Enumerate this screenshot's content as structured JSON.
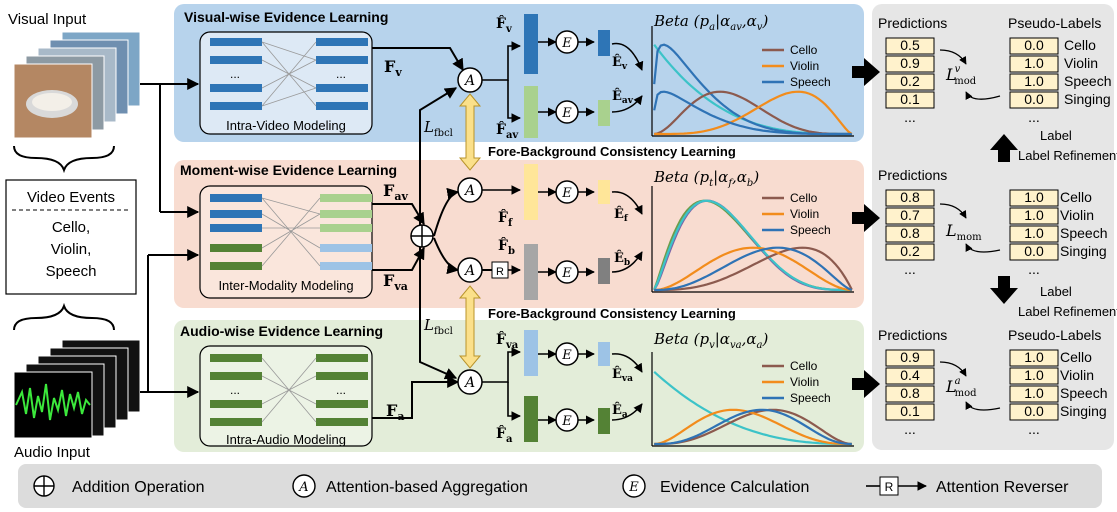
{
  "inputs": {
    "visual_label": "Visual Input",
    "audio_label": "Audio Input",
    "events_title": "Video Events",
    "events": [
      "Cello,",
      "Violin,",
      "Speech"
    ]
  },
  "visual_branch": {
    "title": "Visual-wise Evidence Learning",
    "module": "Intra-Video Modeling",
    "F": "F",
    "F_sub": "v",
    "Fhat_top": "F̂",
    "Fhat_top_sub": "v",
    "Fhat_bot": "F̂",
    "Fhat_bot_sub": "av",
    "E_top": "Ê",
    "E_top_sub": "v",
    "E_bot": "Ê",
    "E_bot_sub": "av",
    "beta": "Beta (p",
    "beta_sub": "a",
    "beta_rest": "|α",
    "beta_a1": "av",
    "beta_a2": "v",
    "legend": [
      "Cello",
      "Violin",
      "Speech"
    ]
  },
  "moment_branch": {
    "title": "Moment-wise Evidence Learning",
    "module": "Inter-Modality Modeling",
    "F_av": "F",
    "F_av_sub": "av",
    "F_va": "F",
    "F_va_sub": "va",
    "Fhat_f": "F̂",
    "Fhat_f_sub": "f",
    "Fhat_b": "F̂",
    "Fhat_b_sub": "b",
    "E_f": "Ê",
    "E_f_sub": "f",
    "E_b": "Ê",
    "E_b_sub": "b",
    "beta": "Beta (p",
    "beta_sub": "t",
    "beta_rest": "|α",
    "beta_a1": "f",
    "beta_a2": "b",
    "legend": [
      "Cello",
      "Violin",
      "Speech"
    ]
  },
  "audio_branch": {
    "title": "Audio-wise Evidence Learning",
    "module": "Intra-Audio Modeling",
    "F": "F",
    "F_sub": "a",
    "Fhat_top": "F̂",
    "Fhat_top_sub": "va",
    "Fhat_bot": "F̂",
    "Fhat_bot_sub": "a",
    "E_top": "Ê",
    "E_top_sub": "va",
    "E_bot": "Ê",
    "E_bot_sub": "a",
    "beta": "Beta (p",
    "beta_sub": "v",
    "beta_rest": "|α",
    "beta_a1": "va",
    "beta_a2": "a",
    "legend": [
      "Cello",
      "Violin",
      "Speech"
    ]
  },
  "fbcl": {
    "label": "Fore-Background Consistency Learning",
    "loss": "L",
    "loss_sub": "fbcl"
  },
  "panel_top": {
    "pred_title": "Predictions",
    "pseudo_title": "Pseudo-Labels",
    "preds": [
      "0.5",
      "0.9",
      "0.2",
      "0.1",
      "..."
    ],
    "labels": [
      "0.0",
      "1.0",
      "1.0",
      "0.0",
      "..."
    ],
    "classes": [
      "Cello",
      "Violin",
      "Speech",
      "Singing"
    ],
    "red_rows": [
      0,
      2
    ],
    "loss": "L",
    "loss_sup": "v",
    "loss_sub": "mod"
  },
  "refine_top": "Label Refinement",
  "panel_mid": {
    "pred_title": "Predictions",
    "preds": [
      "0.8",
      "0.7",
      "0.8",
      "0.2",
      "..."
    ],
    "labels": [
      "1.0",
      "1.0",
      "1.0",
      "0.0",
      "..."
    ],
    "classes": [
      "Cello",
      "Violin",
      "Speech",
      "Singing"
    ],
    "loss": "L",
    "loss_sub": "mom"
  },
  "refine_bot": "Label Refinement",
  "panel_bot": {
    "pred_title": "Predictions",
    "pseudo_title": "Pseudo-Labels",
    "preds": [
      "0.9",
      "0.4",
      "0.8",
      "0.1",
      "..."
    ],
    "labels": [
      "1.0",
      "1.0",
      "1.0",
      "0.0",
      "..."
    ],
    "classes": [
      "Cello",
      "Violin",
      "Speech",
      "Singing"
    ],
    "red_rows": [
      1
    ],
    "loss": "L",
    "loss_sup": "a",
    "loss_sub": "mod"
  },
  "legend_bar": {
    "add": "Addition Operation",
    "agg_sym": "A",
    "agg": "Attention-based Aggregation",
    "evi_sym": "E",
    "evi": "Evidence Calculation",
    "rev_sym": "R",
    "rev": "Attention Reverser"
  },
  "colors": {
    "blue_bg": "#b7d3ec",
    "pink_bg": "#f8dcd0",
    "green_bg": "#e3edd9",
    "gray_panel": "#e6e6e6",
    "cello": "#8c5a4e",
    "violin": "#f28c1c",
    "speech": "#2f73b5",
    "teal": "#3cc3c8",
    "red": "#e32222"
  },
  "chart_data": [
    {
      "type": "line",
      "title": "Visual Beta",
      "series": [
        {
          "name": "Cello",
          "params": [
            3,
            5
          ]
        },
        {
          "name": "Violin",
          "params": [
            5,
            2.5
          ]
        },
        {
          "name": "Speech",
          "params": [
            1.2,
            5
          ]
        }
      ],
      "ylim": [
        0,
        1
      ]
    },
    {
      "type": "line",
      "title": "Moment Beta",
      "series": [
        {
          "name": "Cello",
          "params": [
            4,
            2
          ]
        },
        {
          "name": "Violin",
          "params": [
            3,
            3
          ]
        },
        {
          "name": "Speech",
          "params": [
            3.5,
            2.5
          ]
        }
      ],
      "ylim": [
        0,
        1
      ]
    },
    {
      "type": "line",
      "title": "Audio Beta",
      "series": [
        {
          "name": "Cello",
          "params": [
            4,
            3
          ]
        },
        {
          "name": "Violin",
          "params": [
            3,
            4
          ]
        },
        {
          "name": "Speech",
          "params": [
            4,
            3.5
          ]
        }
      ],
      "ylim": [
        0,
        1
      ]
    }
  ]
}
